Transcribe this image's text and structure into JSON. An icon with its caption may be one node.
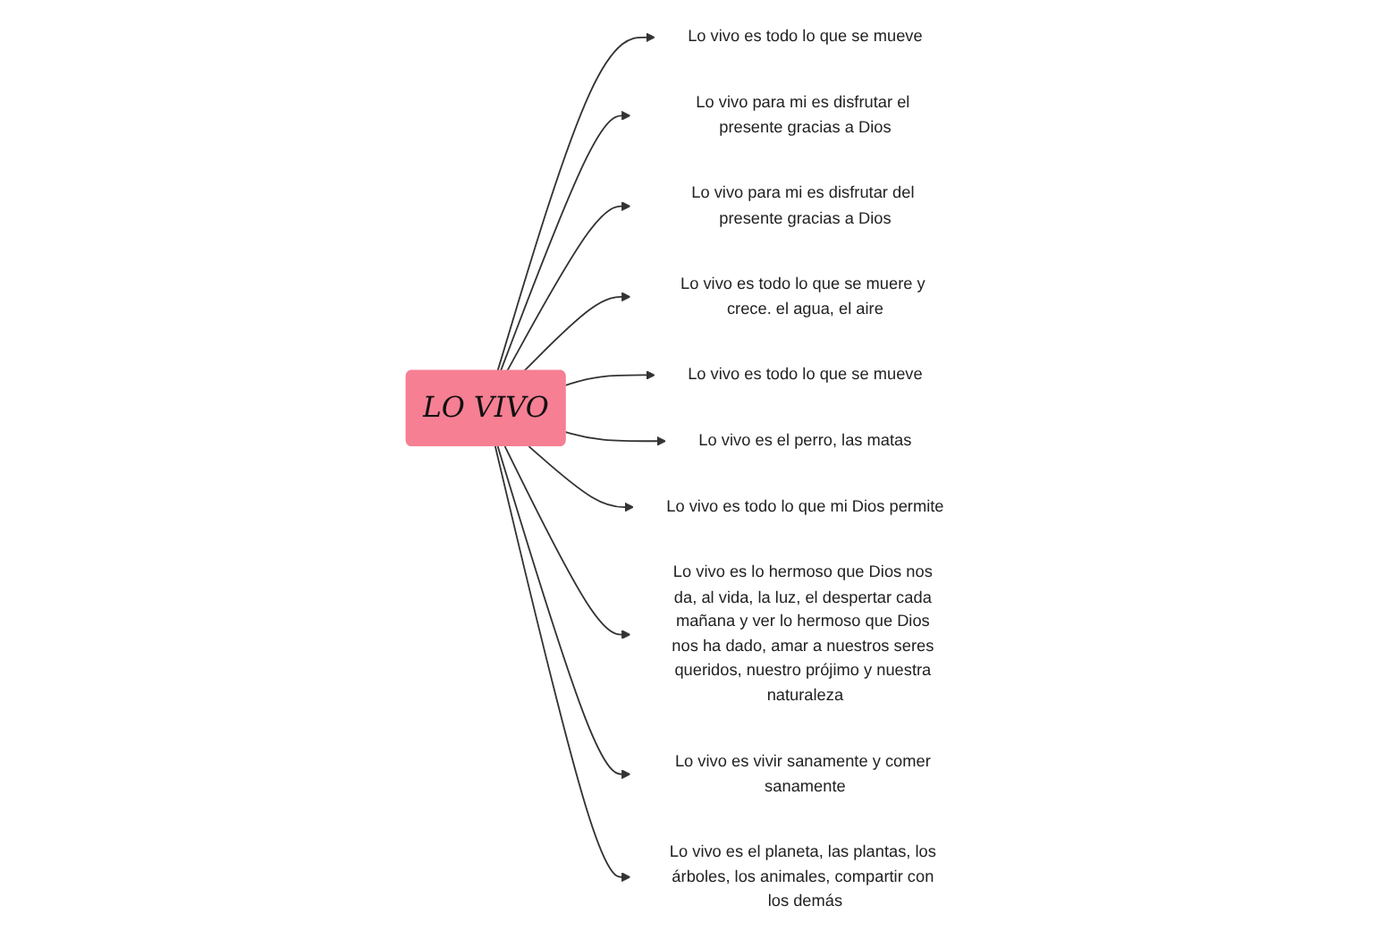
{
  "diagram": {
    "nodes": [
      {
        "text": [
          "LO VIVO"
        ]
      },
      {
        "text": [
          "Lo vivo es todo lo que se mueve"
        ]
      },
      {
        "text": [
          "Lo vivo para mi es disfrutar el presente gracias a Dios"
        ]
      },
      {
        "text": [
          "Lo vivo para mi es disfrutar del presente gracias a Dios"
        ]
      },
      {
        "text": [
          "Lo vivo es todo lo que se muere y crece. el agua, el aire"
        ]
      },
      {
        "text": [
          "Lo vivo es todo lo que se mueve"
        ]
      },
      {
        "text": [
          "Lo vivo es el perro, las matas"
        ]
      },
      {
        "text": [
          "Lo vivo es todo lo que mi Dios permite"
        ]
      },
      {
        "text": [
          "Lo vivo es lo hermoso que Dios nos da, al vida, la luz, el despertar cada mañana y ver lo hermoso que Dios nos ha dado, amar a nuestros seres queridos, nuestro prójimo y nuestra naturaleza"
        ]
      },
      {
        "text": [
          "Lo vivo es vivir sanamente y comer sanamente"
        ]
      },
      {
        "text": [
          "Lo vivo es el planeta, las plantas, los árboles, los animales, compartir con los demás"
        ]
      }
    ],
    "edges": [
      {
        "from": 0,
        "to": 1,
        "arrow": "to"
      },
      {
        "from": 0,
        "to": 2,
        "arrow": "to"
      },
      {
        "from": 0,
        "to": 3,
        "arrow": "to"
      },
      {
        "from": 0,
        "to": 4,
        "arrow": "to"
      },
      {
        "from": 0,
        "to": 5,
        "arrow": "to"
      },
      {
        "from": 0,
        "to": 6,
        "arrow": "to"
      },
      {
        "from": 0,
        "to": 7,
        "arrow": "to"
      },
      {
        "from": 0,
        "to": 8,
        "arrow": "to"
      },
      {
        "from": 0,
        "to": 9,
        "arrow": "to"
      },
      {
        "from": 0,
        "to": 10,
        "arrow": "to"
      }
    ]
  }
}
